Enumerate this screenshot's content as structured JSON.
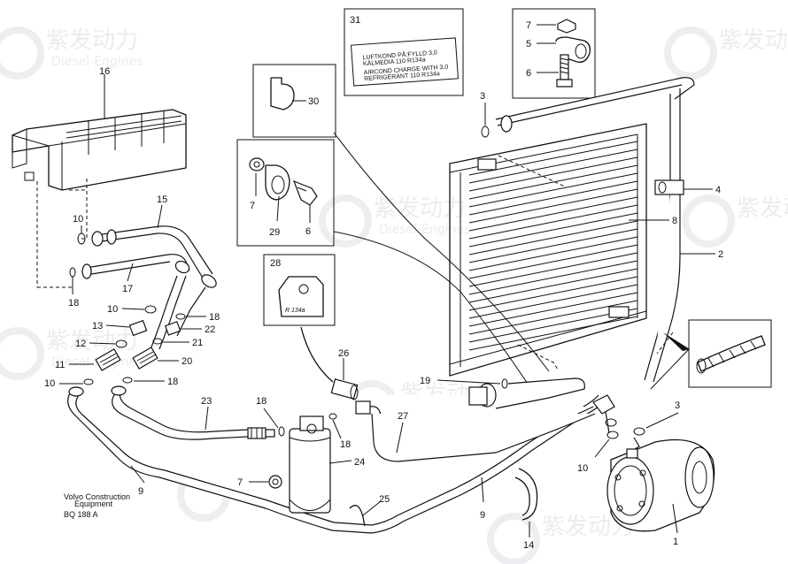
{
  "callouts": [
    "1",
    "2",
    "3",
    "3",
    "4",
    "5",
    "6",
    "6",
    "7",
    "7",
    "7",
    "8",
    "9",
    "9",
    "10",
    "10",
    "10",
    "10",
    "11",
    "12",
    "13",
    "14",
    "15",
    "16",
    "17",
    "18",
    "18",
    "18",
    "18",
    "18",
    "19",
    "20",
    "21",
    "22",
    "23",
    "24",
    "25",
    "26",
    "27",
    "28",
    "29",
    "30",
    "31"
  ],
  "label_card": {
    "line1": "LUFTKOND PÅ:FYLLD 3,0",
    "line2": "KÄLMEDIA 110 R134a",
    "line3": "AIRCOND CHARGE WITH 3,0",
    "line4": "REFRIGERANT 110 R134a"
  },
  "bracket_tag": "R 134a",
  "caption": {
    "line1": "Volvo Construction",
    "line2": "Equipment",
    "code": "BQ 188 A"
  },
  "watermark": {
    "brand_cn": "紫发动力",
    "brand_en": "Diesel-Engines"
  }
}
